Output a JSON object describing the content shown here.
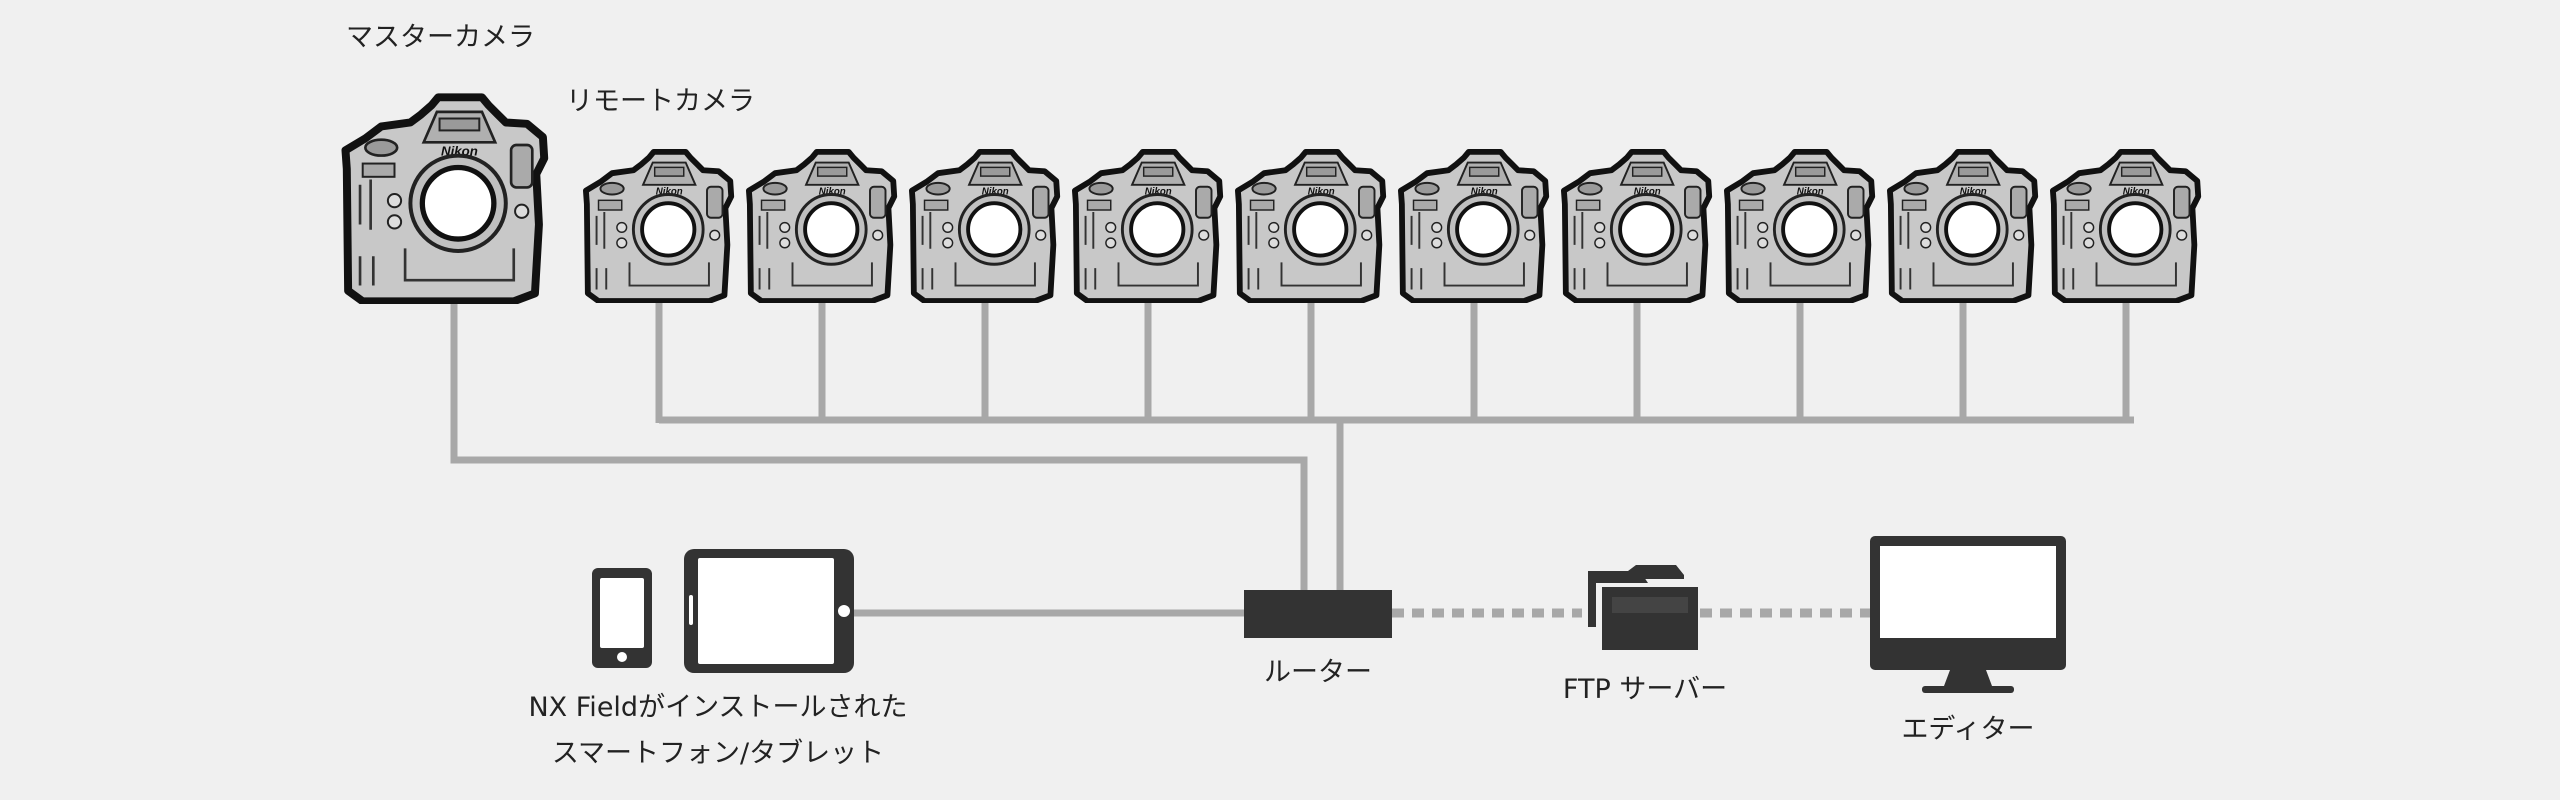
{
  "labels": {
    "master_camera": "マスターカメラ",
    "remote_camera": "リモートカメラ",
    "router": "ルーター",
    "ftp_server": "FTP サーバー",
    "editor": "エディター",
    "device_line1": "NX Fieldがインストールされた",
    "device_line2": "スマートフォン/タブレット",
    "brand": "Nikon"
  },
  "icons": {
    "master": "dslr-camera-icon",
    "remote": "dslr-camera-icon",
    "router": "router-icon",
    "ftp": "folder-icon",
    "editor": "desktop-monitor-icon",
    "phone": "smartphone-icon",
    "tablet": "tablet-icon"
  },
  "remote_camera_count": 10,
  "colors": {
    "background": "#f0f0f0",
    "line": "#a8a8a8",
    "device": "#333333",
    "camera_body": "#c8c8c8",
    "camera_outline": "#111111"
  }
}
